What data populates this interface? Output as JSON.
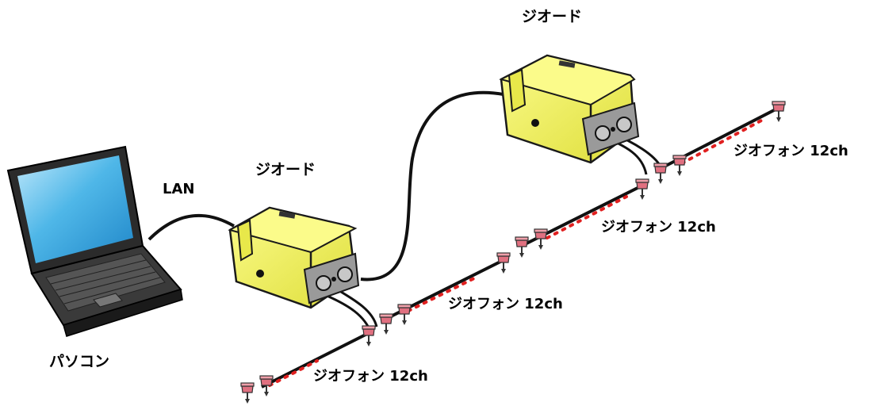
{
  "labels": {
    "geode_top": "ジオード",
    "geode_mid": "ジオード",
    "lan": "LAN",
    "pc": "パソコン",
    "geophone_1": "ジオフォン 12ch",
    "geophone_2": "ジオフォン 12ch",
    "geophone_3": "ジオフォン 12ch",
    "geophone_4": "ジオフォン 12ch"
  },
  "colors": {
    "geode_body": "#f2f25a",
    "geode_outline": "#1a1a1a",
    "panel_gray": "#9a9a9a",
    "cable": "#111111",
    "geophone_pink": "#e07080",
    "spread_dots": "#e02020",
    "screen_blue": "#4fb7e8"
  },
  "icons": [
    "laptop-icon",
    "geode-box-icon",
    "geophone-spike-icon"
  ]
}
